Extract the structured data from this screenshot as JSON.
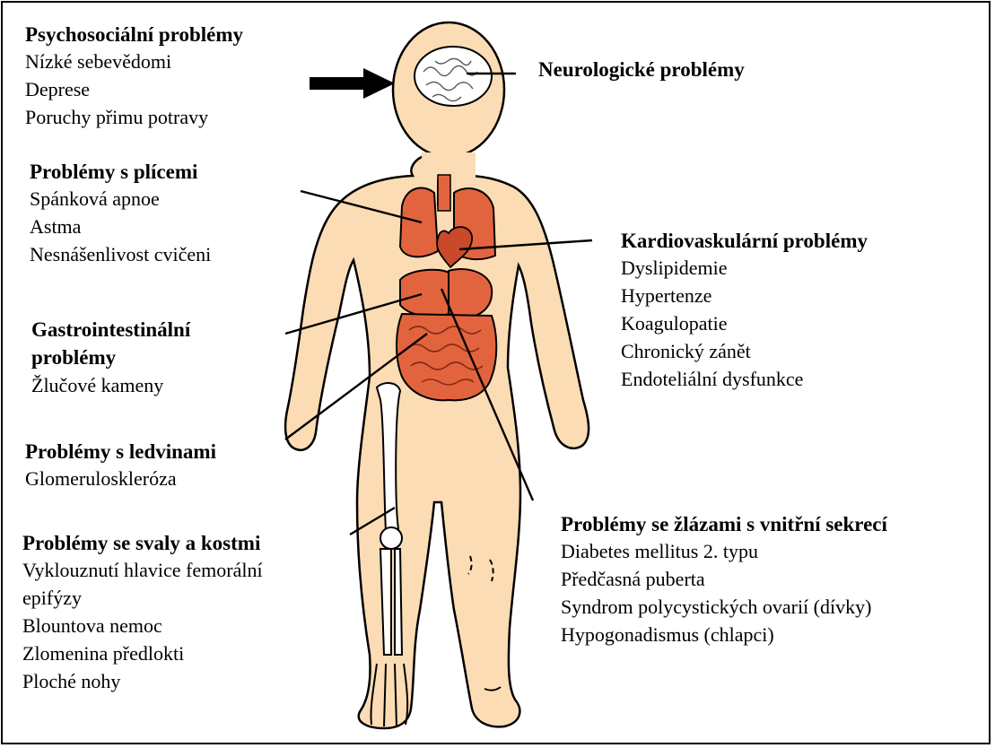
{
  "palette": {
    "skin": "#fcdcb4",
    "organ": "#e2643f",
    "organ_dark": "#b8401f",
    "bone": "#ffffff",
    "outline": "#000000"
  },
  "icons": [
    "brain-icon",
    "arrow-right-icon",
    "lungs-icon",
    "heart-icon",
    "stomach-icon",
    "intestines-icon",
    "leg-bones-icon"
  ],
  "groups": {
    "psych": {
      "title": "Psychosociální problémy",
      "items": [
        "Nízké sebevědomi",
        "Deprese",
        "Poruchy přimu potravy"
      ]
    },
    "neuro": {
      "title": "Neurologické problémy",
      "items": []
    },
    "lung": {
      "title": "Problémy s plícemi",
      "items": [
        "Spánková apnoe",
        "Astma",
        "Nesnášenlivost cvičeni"
      ]
    },
    "cardio": {
      "title": "Kardiovaskulární problémy",
      "items": [
        "Dyslipidemie",
        "Hypertenze",
        "Koagulopatie",
        "Chronický zánět",
        "Endoteliální dysfunkce"
      ]
    },
    "gastro": {
      "title_line1": "Gastrointestinální",
      "title_line2": "problémy",
      "items": [
        "Žlučové kameny"
      ]
    },
    "kidney": {
      "title": "Problémy s ledvinami",
      "items": [
        "Glomeruloskleróza"
      ]
    },
    "endo": {
      "title": "Problémy se žlázami s vnitřní sekrecí",
      "items": [
        "Diabetes mellitus 2. typu",
        "Předčasná puberta",
        "Syndrom polycystických ovarií (dívky)",
        "Hypogonadismus (chlapci)"
      ]
    },
    "musc": {
      "title": "Problémy se svaly a kostmi",
      "items": [
        "Vyklouznutí hlavice femorální",
        "epifýzy",
        "Blountova nemoc",
        "Zlomenina předlokti",
        "Ploché nohy"
      ]
    }
  }
}
